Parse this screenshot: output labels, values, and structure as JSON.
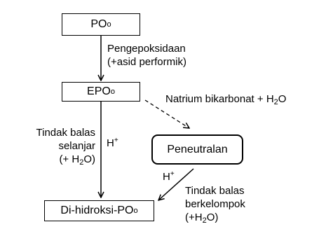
{
  "nodes": {
    "po": {
      "label": "PO",
      "sub": "o"
    },
    "epo": {
      "label": "EPO",
      "sub": "o"
    },
    "peneutralan": {
      "label": "Peneutralan"
    },
    "dihidroksi": {
      "label": "Di-hidroksi-PO",
      "sub": "o"
    }
  },
  "edges": {
    "epoxidation": {
      "line1": "Pengepoksidaan",
      "line2": "(+asid performik)"
    },
    "bicarbonate": {
      "text": "Natrium bikarbonat + H",
      "sub": "2",
      "tail": "O"
    },
    "parallel": {
      "line1": "Tindak balas",
      "line2": "selanjar",
      "line3_pre": "(+ H",
      "line3_sub": "2",
      "line3_post": "O)",
      "catalyst": "H",
      "catalyst_sup": "+"
    },
    "batch": {
      "catalyst": "H",
      "catalyst_sup": "+",
      "line1": "Tindak balas",
      "line2": "berkelompok",
      "line3_pre": "(+H",
      "line3_sub": "2",
      "line3_post": "O)"
    }
  },
  "colors": {
    "line": "#000000",
    "background": "#ffffff"
  }
}
